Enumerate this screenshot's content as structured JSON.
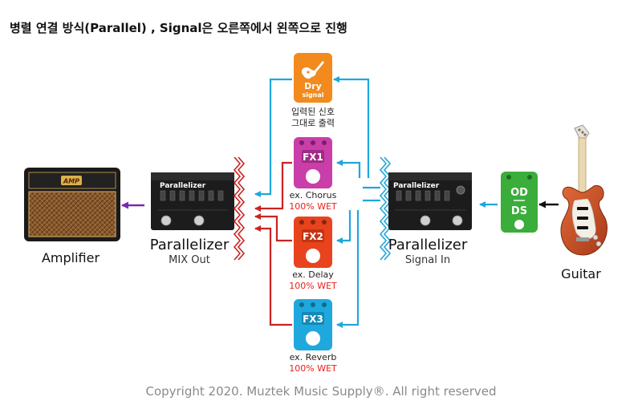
{
  "title": "병렬 연결 방식(Parallel) , Signal은 오른쪽에서 왼쪽으로 진행",
  "amplifier": {
    "label": "Amplifier",
    "badge": "AMP"
  },
  "guitar": {
    "label": "Guitar"
  },
  "parallelizer_out": {
    "name": "Parallelizer",
    "sub": "MIX Out",
    "panel": "Parallelizer"
  },
  "parallelizer_in": {
    "name": "Parallelizer",
    "sub": "Signal In",
    "panel": "Parallelizer"
  },
  "od_ds": {
    "top": "OD",
    "bottom": "DS"
  },
  "dry": {
    "title": "Dry",
    "sub": "signal",
    "caption1": "입력된 신호",
    "caption2": "그대로 출력"
  },
  "fx1": {
    "label": "FX1",
    "example": "ex. Chorus",
    "wet": "100% WET"
  },
  "fx2": {
    "label": "FX2",
    "example": "ex. Delay",
    "wet": "100% WET"
  },
  "fx3": {
    "label": "FX3",
    "example": "ex. Reverb",
    "wet": "100% WET"
  },
  "copyright": "Copyright 2020. Muztek Music Supply®. All right reserved",
  "colors": {
    "send": "#1ea7dc",
    "return": "#cc2222",
    "dry": "#f28a1e",
    "fx1": "#c93ea8",
    "fx2": "#e8431d",
    "fx3": "#1fa8dd",
    "od": "#3aad3a",
    "wet_text": "#e8201a",
    "amp_arrow": "#7a2aa8"
  }
}
